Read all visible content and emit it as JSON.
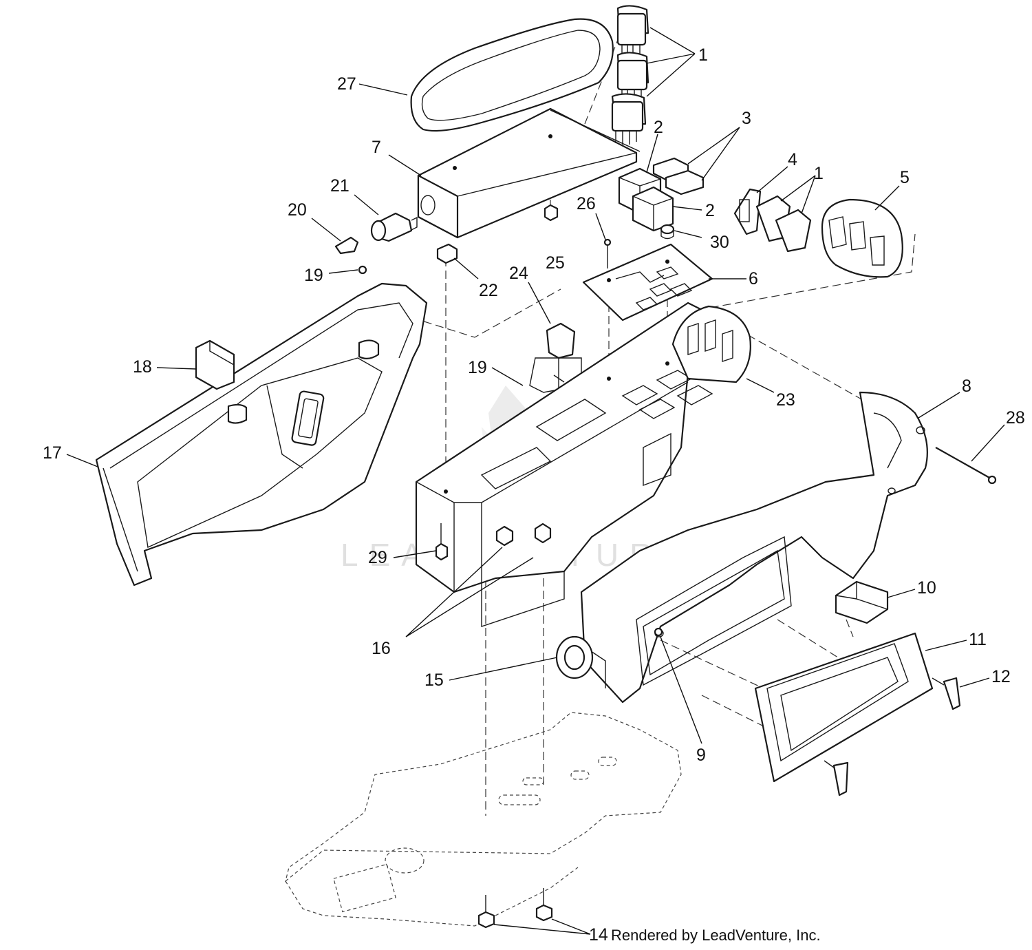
{
  "watermark": "LEADVENTURE",
  "credit": "Rendered by LeadVenture, Inc.",
  "callouts": [
    "1",
    "27",
    "2",
    "3",
    "7",
    "21",
    "20",
    "4",
    "1",
    "5",
    "26",
    "2",
    "30",
    "22",
    "25",
    "19",
    "24",
    "6",
    "18",
    "19",
    "23",
    "17",
    "8",
    "28",
    "29",
    "10",
    "16",
    "11",
    "15",
    "12",
    "9",
    "14"
  ]
}
